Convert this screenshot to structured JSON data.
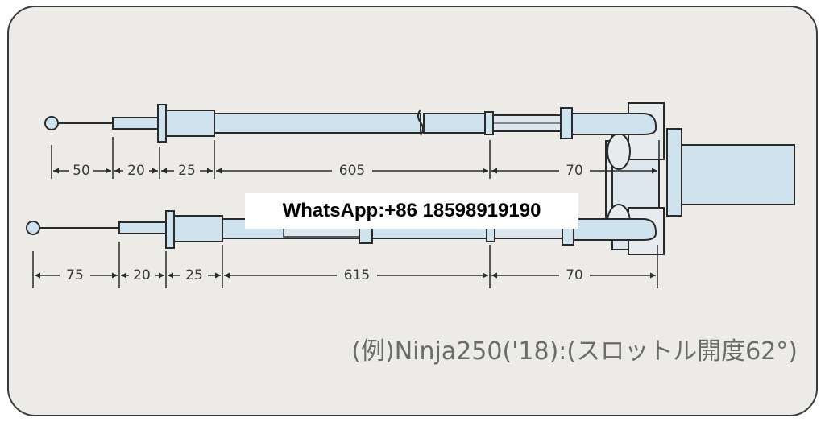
{
  "colors": {
    "panel_fill": "#ecebe8",
    "panel_stroke": "#3a3a3a",
    "tube_fill": "#cfe3ef",
    "tube_stroke": "#2a2a2a",
    "housing_fill": "#e7ebee",
    "line": "#2a2a2a"
  },
  "cables": {
    "upper": {
      "dimensions": [
        "50",
        "20",
        "25",
        "605",
        "70"
      ]
    },
    "lower": {
      "dimensions": [
        "75",
        "20",
        "25",
        "615",
        "70"
      ]
    }
  },
  "caption": "(例)Ninja250('18):(スロットル開度62°)",
  "watermark": "WhatsApp:+86 18598919190"
}
